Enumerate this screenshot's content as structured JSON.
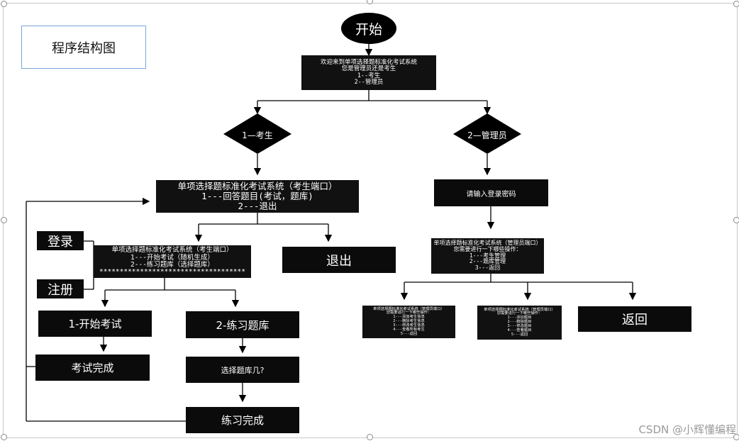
{
  "title_box": "程序结构图",
  "start": "开始",
  "main_menu": {
    "lines": [
      "欢迎来到单项选择题标准化考试系统",
      "您是管理员还是考生",
      "1--考生",
      "2--管理员"
    ]
  },
  "diamond_student": "1—考生",
  "diamond_admin": "2—管理员",
  "student_menu": {
    "lines": [
      "单项选择题标准化考试系统（考生端口）",
      "1---回答题目(考试，题库)",
      "2---退出"
    ]
  },
  "student_submenu": {
    "lines": [
      "单项选择题标准化考试系统（考生端口）",
      "1---开始考试（随机生成）",
      "2---练习题库（选择题库）",
      "************************************"
    ]
  },
  "login": "登录",
  "register": "注册",
  "exit_student": "退出",
  "start_exam": "1-开始考试",
  "exam_done": "考试完成",
  "practice": "2-练习题库",
  "choose_bank": "选择题库几?",
  "practice_done": "练习完成",
  "admin_password": "请输入登录密码",
  "admin_menu": {
    "lines": [
      "单项选择题标准化考试系统（管理员端口）",
      "您需要进行一下哪些操作：",
      "1---考生管理",
      "2---题库管理",
      "3---返回"
    ]
  },
  "admin_student_mgmt": {
    "lines": [
      "单项选择题标准化考试系统（管理员端口）",
      "您需要进行一下哪些操作：",
      "1---添加考生信息",
      "2---删除考生信息",
      "3---修改考生信息",
      "4---查看所有考生",
      "5---返回"
    ]
  },
  "admin_bank_mgmt": {
    "lines": [
      "单项选择题标准化考试系统（管理员端口）",
      "您需要进行一下哪些操作：",
      "1---添加题目",
      "2---删除题目",
      "3---修改题目",
      "4---查看题目",
      "5---返回"
    ]
  },
  "back": "返回",
  "watermark": "CSDN @小辉懂编程"
}
